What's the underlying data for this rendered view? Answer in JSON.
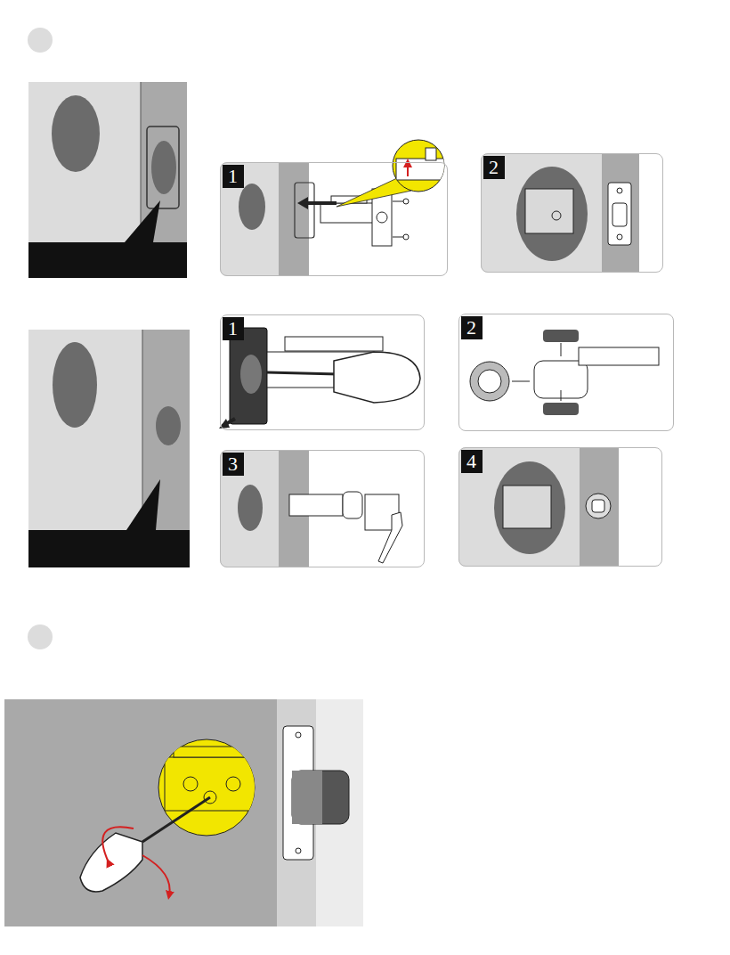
{
  "diagram": {
    "nodes": [
      {
        "text": [
          "1"
        ]
      },
      {
        "text": [
          "2"
        ]
      },
      {
        "text": [
          "1"
        ]
      },
      {
        "text": [
          "2"
        ]
      },
      {
        "text": [
          "3"
        ]
      },
      {
        "text": [
          "4"
        ]
      }
    ]
  }
}
